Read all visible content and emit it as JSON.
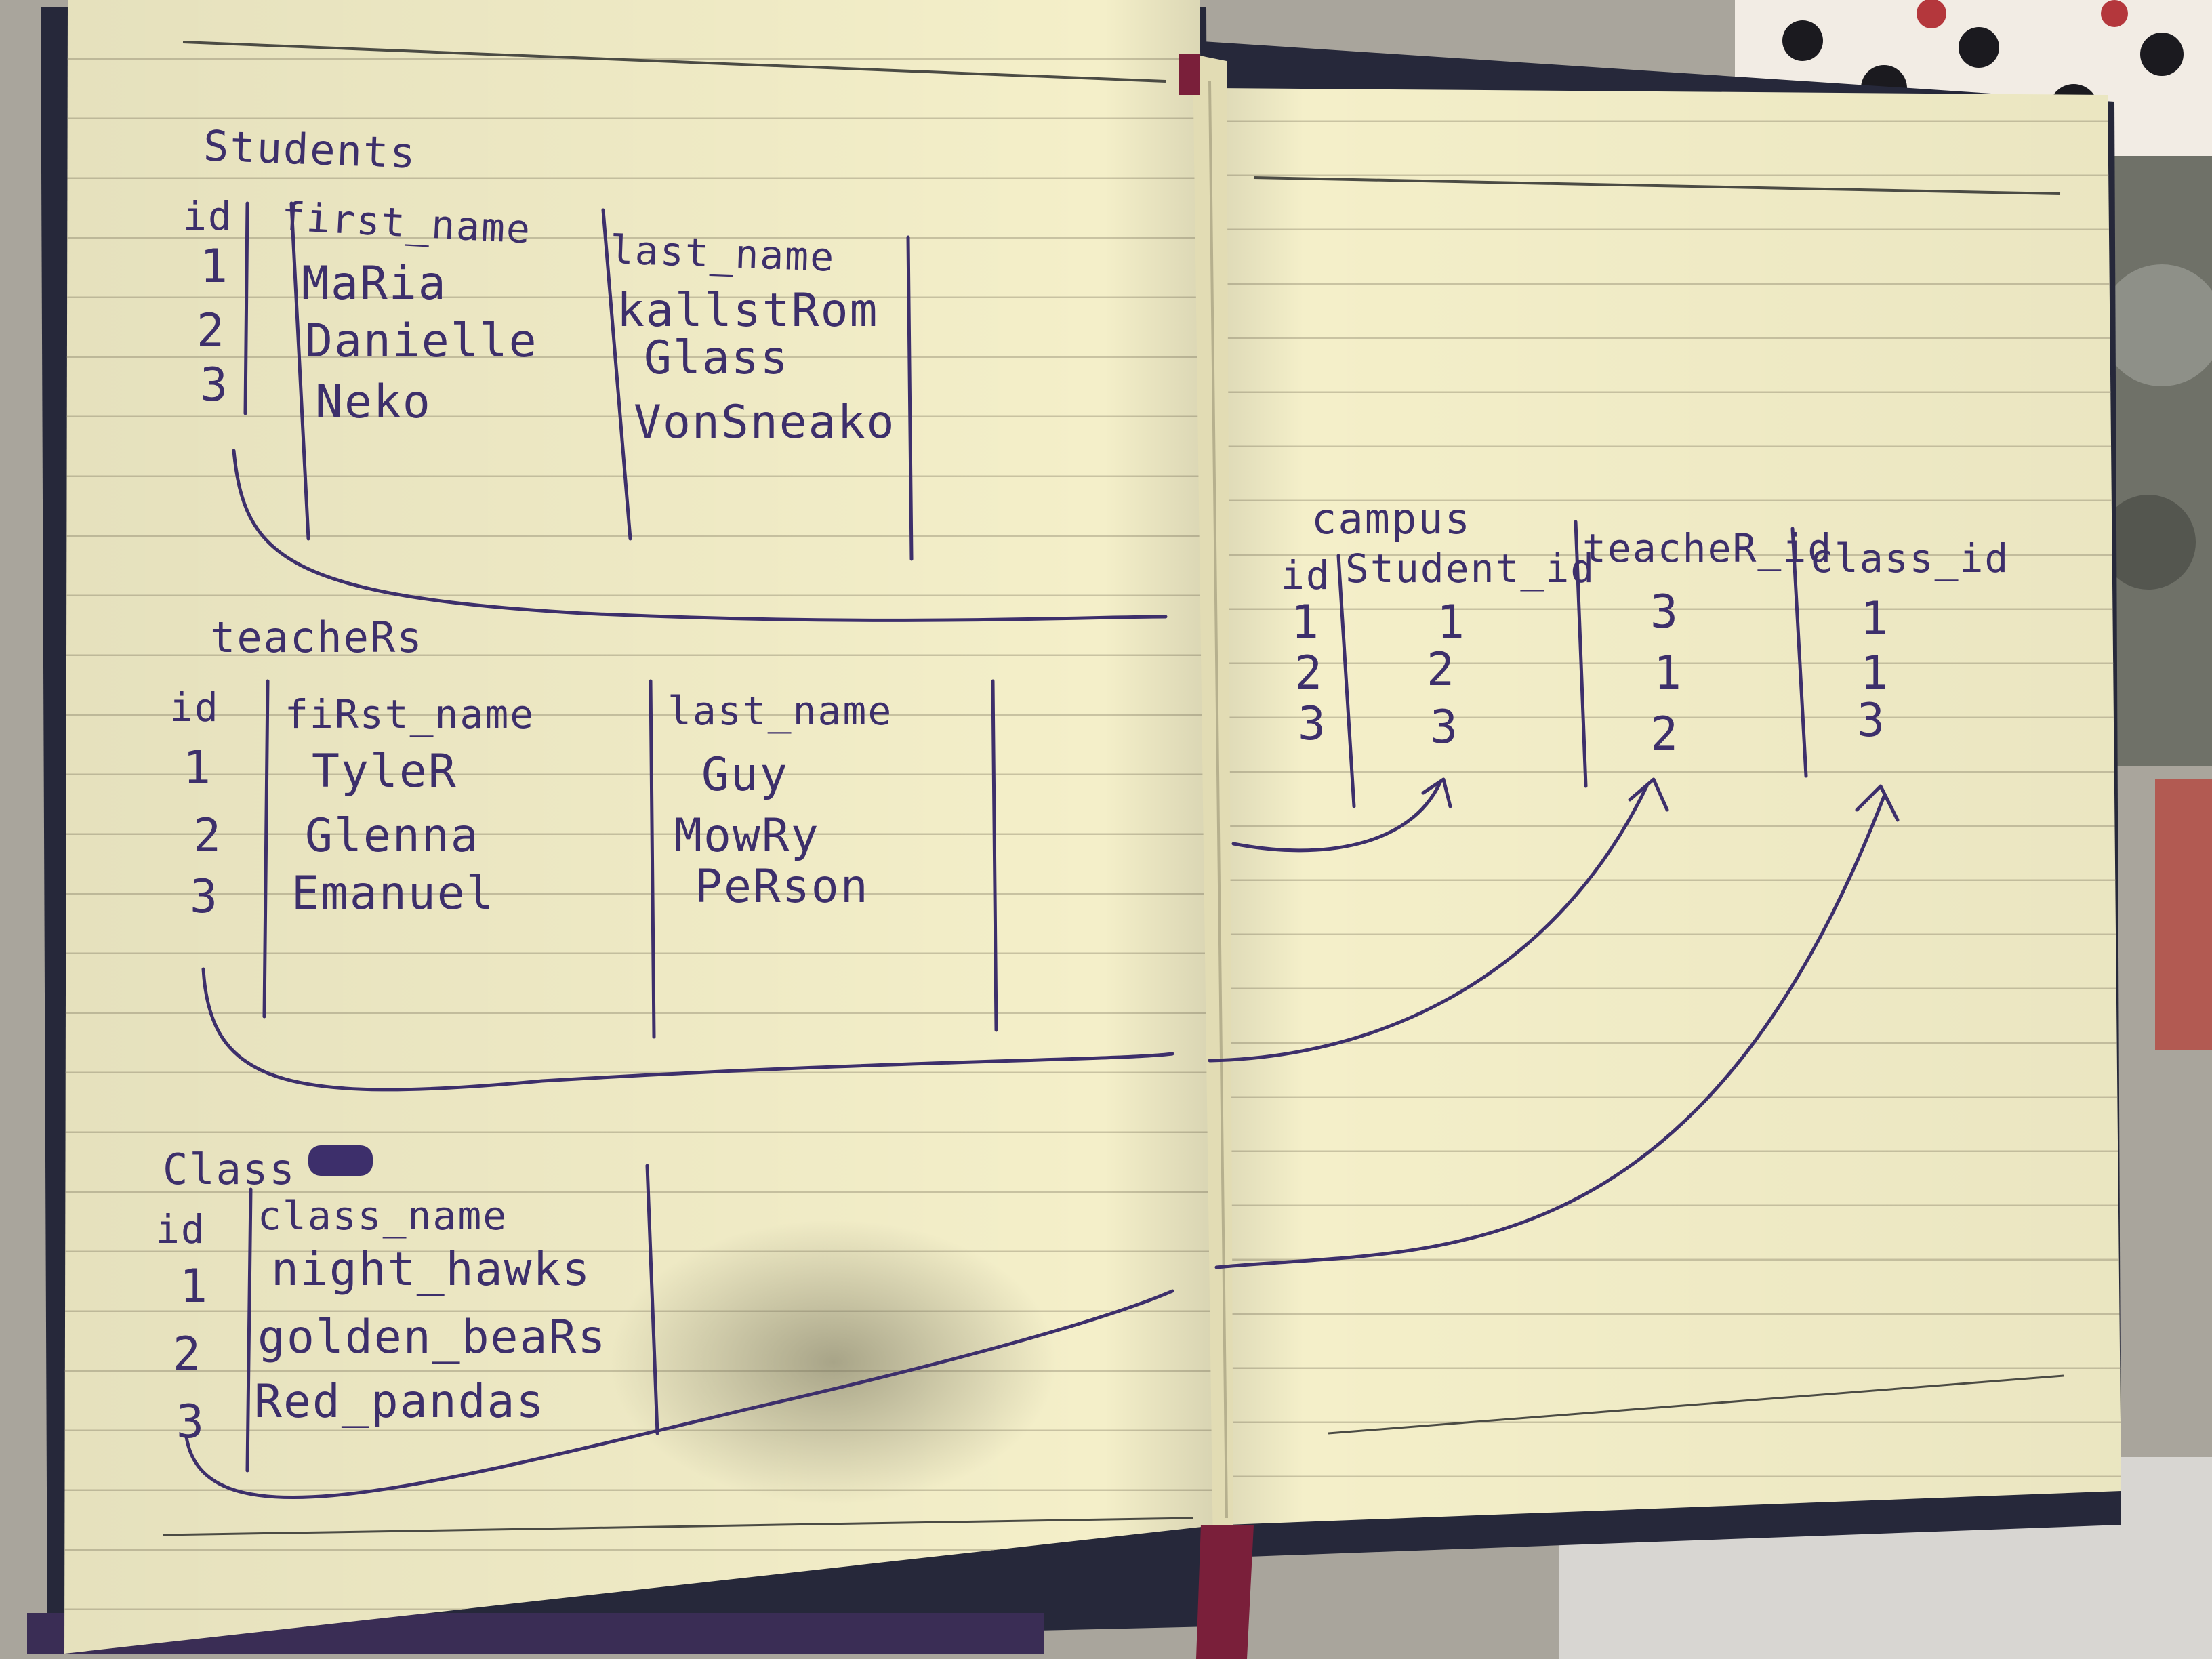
{
  "students": {
    "title": "Students",
    "headers": [
      "id",
      "first_name",
      "last_name"
    ],
    "rows": [
      [
        "1",
        "MaRia",
        "kallstRom"
      ],
      [
        "2",
        "Danielle",
        "Glass"
      ],
      [
        "3",
        "Neko",
        "VonSneako"
      ]
    ]
  },
  "teachers": {
    "title": "teacheRs",
    "headers": [
      "id",
      "fiRst_name",
      "last_name"
    ],
    "rows": [
      [
        "1",
        "TyleR",
        "Guy"
      ],
      [
        "2",
        "Glenna",
        "MowRy"
      ],
      [
        "3",
        "Emanuel",
        "PeRson"
      ]
    ]
  },
  "classes": {
    "title": "Class",
    "headers": [
      "id",
      "class_name"
    ],
    "rows": [
      [
        "1",
        "night_hawks"
      ],
      [
        "2",
        "golden_beaRs"
      ],
      [
        "3",
        "Red_pandas"
      ]
    ]
  },
  "campus": {
    "title": "campus",
    "headers": [
      "id",
      "Student_id",
      "teacheR_id",
      "class_id"
    ],
    "rows": [
      [
        "1",
        "1",
        "3",
        "1"
      ],
      [
        "2",
        "2",
        "1",
        "1"
      ],
      [
        "3",
        "3",
        "2",
        "3"
      ]
    ]
  },
  "colors": {
    "ink": "#3d2f6b",
    "paper": "#f4efc9",
    "ruled_line": "#c9c3a2",
    "bookmark": "#7a1f3a"
  }
}
